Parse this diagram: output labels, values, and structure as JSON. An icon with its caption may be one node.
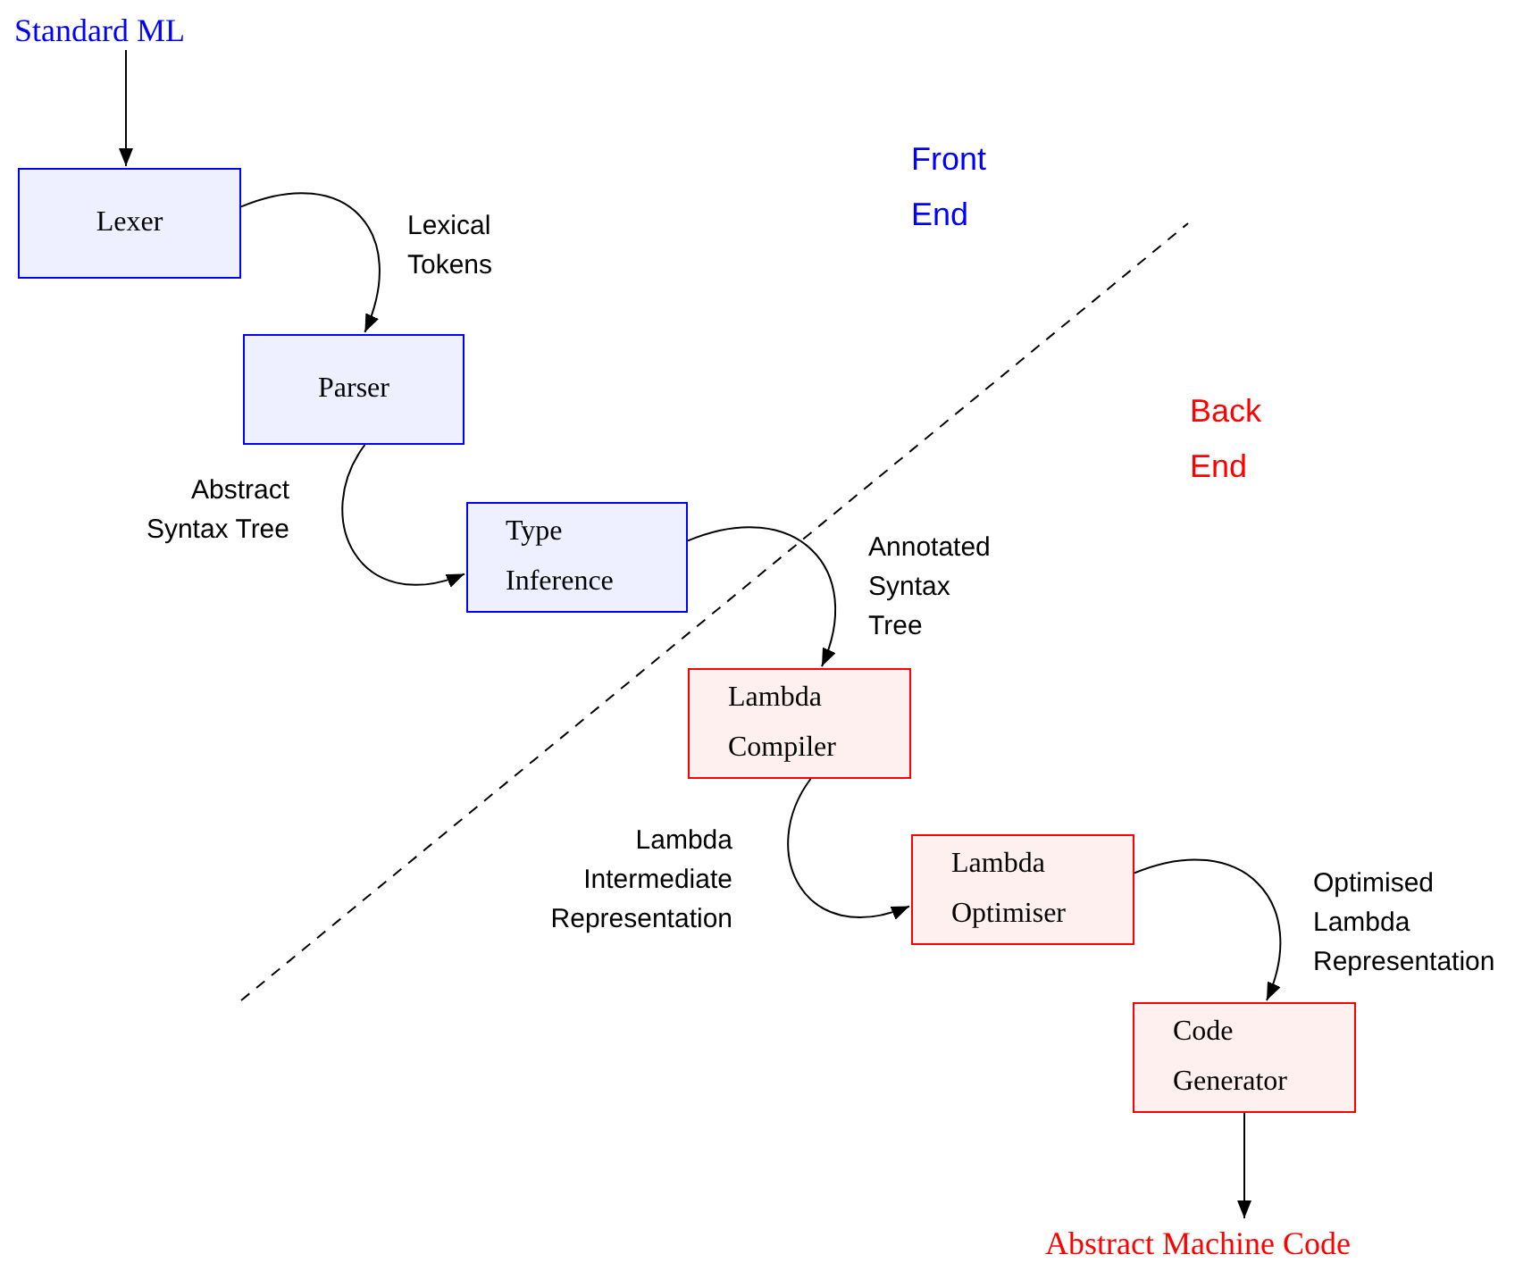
{
  "diagram": {
    "nodes": [
      {
        "text": [
          "Standard ML"
        ]
      },
      {
        "text": [
          "Lexer"
        ]
      },
      {
        "text": [
          "Parser"
        ]
      },
      {
        "text": [
          "Type Inference"
        ]
      },
      {
        "text": [
          "Lambda Compiler"
        ]
      },
      {
        "text": [
          "Lambda Optimiser"
        ]
      },
      {
        "text": [
          "Code Generator"
        ]
      },
      {
        "text": [
          "Abstract Machine Code"
        ]
      }
    ],
    "edges": [
      {
        "from": 0,
        "to": 1,
        "arrow": "to"
      },
      {
        "from": 1,
        "to": 2,
        "arrow": "to",
        "label": "Lexical Tokens"
      },
      {
        "from": 2,
        "to": 3,
        "arrow": "to",
        "label": "Abstract Syntax Tree"
      },
      {
        "from": 3,
        "to": 4,
        "arrow": "to",
        "label": "Annotated Syntax Tree"
      },
      {
        "from": 4,
        "to": 5,
        "arrow": "to",
        "label": "Lambda Intermediate Representation"
      },
      {
        "from": 5,
        "to": 6,
        "arrow": "to",
        "label": "Optimised Lambda Representation"
      },
      {
        "from": 6,
        "to": 7,
        "arrow": "to"
      }
    ],
    "labels": [
      "Front End",
      "Back End"
    ]
  }
}
